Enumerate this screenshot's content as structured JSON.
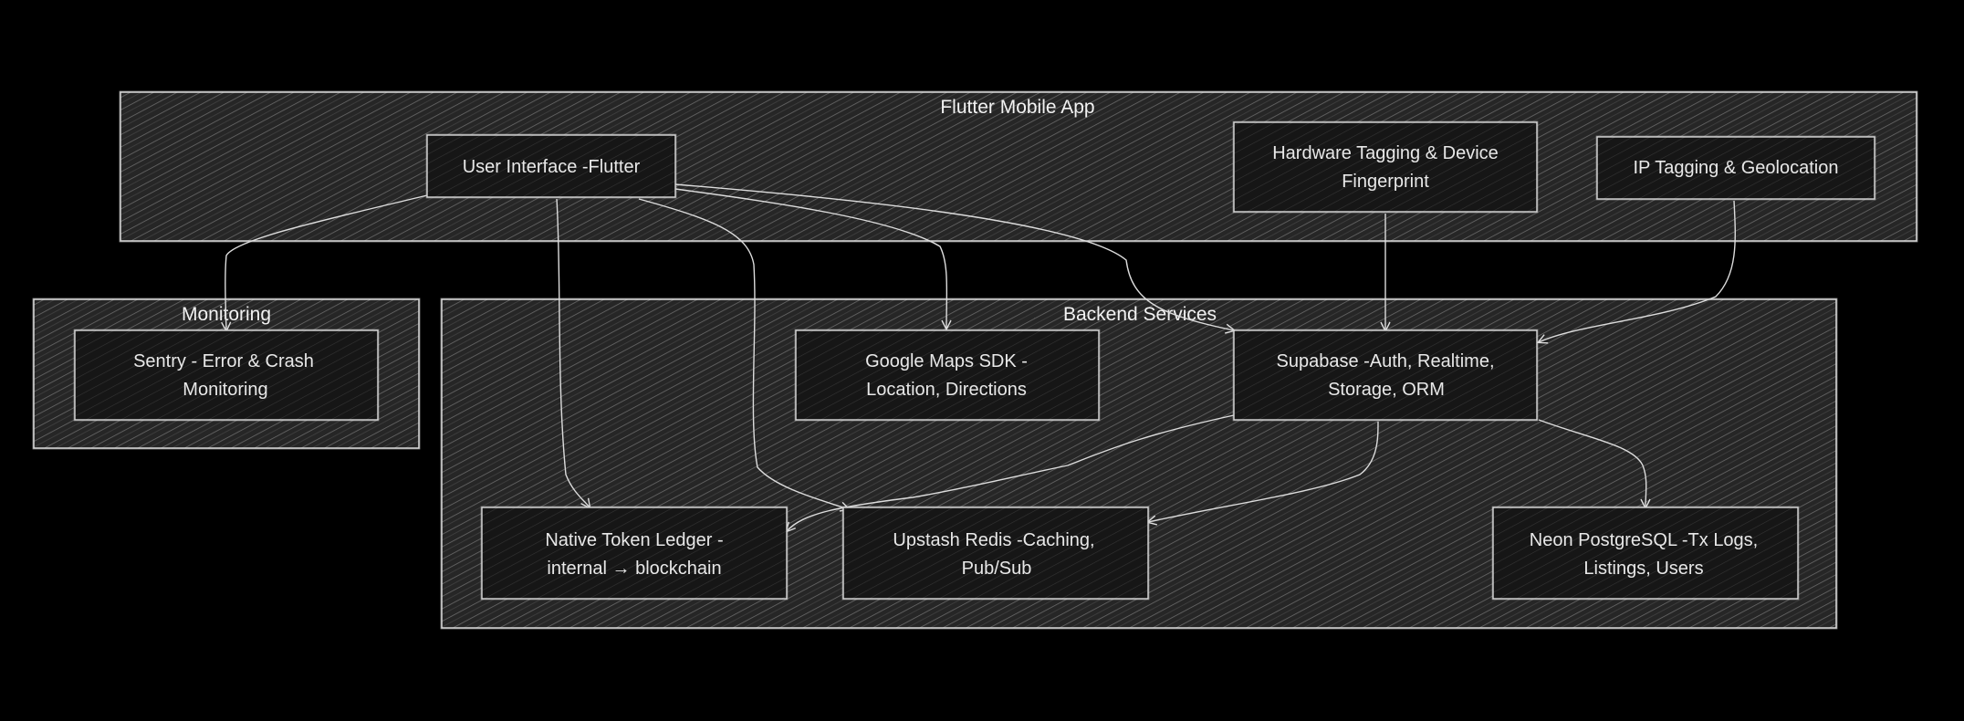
{
  "groups": {
    "flutter": {
      "title": "Flutter Mobile App"
    },
    "monitoring": {
      "title": "Monitoring"
    },
    "backend": {
      "title": "Backend Services"
    }
  },
  "nodes": {
    "ui": {
      "line1": "User Interface -Flutter",
      "line2": ""
    },
    "hardware": {
      "line1": "Hardware Tagging & Device",
      "line2": "Fingerprint"
    },
    "ip": {
      "line1": "IP Tagging & Geolocation",
      "line2": ""
    },
    "sentry": {
      "line1": "Sentry - Error & Crash",
      "line2": "Monitoring"
    },
    "gmaps": {
      "line1": "Google Maps SDK -",
      "line2": "Location, Directions"
    },
    "supabase": {
      "line1": "Supabase -Auth, Realtime,",
      "line2": "Storage, ORM"
    },
    "ledger": {
      "line1": "Native Token Ledger -",
      "line2": "internal → blockchain"
    },
    "redis": {
      "line1": "Upstash Redis -Caching,",
      "line2": "Pub/Sub"
    },
    "neon": {
      "line1": "Neon PostgreSQL -Tx Logs,",
      "line2": "Listings, Users"
    }
  },
  "edges": [
    {
      "from": "User Interface -Flutter",
      "to": "Sentry - Error & Crash Monitoring"
    },
    {
      "from": "User Interface -Flutter",
      "to": "Native Token Ledger - internal → blockchain"
    },
    {
      "from": "User Interface -Flutter",
      "to": "Upstash Redis -Caching, Pub/Sub"
    },
    {
      "from": "User Interface -Flutter",
      "to": "Google Maps SDK - Location, Directions"
    },
    {
      "from": "User Interface -Flutter",
      "to": "Supabase -Auth, Realtime, Storage, ORM"
    },
    {
      "from": "Hardware Tagging & Device Fingerprint",
      "to": "Supabase -Auth, Realtime, Storage, ORM"
    },
    {
      "from": "IP Tagging & Geolocation",
      "to": "Supabase -Auth, Realtime, Storage, ORM"
    },
    {
      "from": "Supabase -Auth, Realtime, Storage, ORM",
      "to": "Native Token Ledger - internal → blockchain"
    },
    {
      "from": "Supabase -Auth, Realtime, Storage, ORM",
      "to": "Upstash Redis -Caching, Pub/Sub"
    },
    {
      "from": "Supabase -Auth, Realtime, Storage, ORM",
      "to": "Neon PostgreSQL -Tx Logs, Listings, Users"
    }
  ],
  "colors": {
    "background": "#000000",
    "stroke": "#d9d9d9",
    "group_fill": "#2b2b2b",
    "node_fill": "#1a1a1a",
    "hatch": "#5a5a5a",
    "text": "#e8e8e8"
  }
}
